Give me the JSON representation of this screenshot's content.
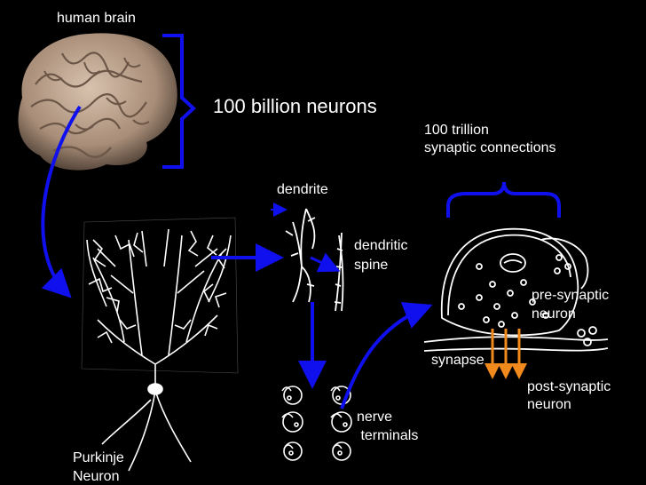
{
  "labels": {
    "human_brain": "human brain",
    "neuron_count": "100 billion neurons",
    "synaptic_count_line1": "100 trillion",
    "synaptic_count_line2": "synaptic connections",
    "dendrite": "dendrite",
    "dendritic_spine_line1": "dendritic",
    "dendritic_spine_line2": "spine",
    "pre_synaptic_line1": "pre-synaptic",
    "pre_synaptic_line2": "neuron",
    "synapse": "synapse",
    "post_synaptic_line1": "post-synaptic",
    "post_synaptic_line2": "neuron",
    "nerve_terminals_line1": "nerve",
    "nerve_terminals_line2": " terminals",
    "purkinje_line1": "Purkinje",
    "purkinje_line2": "Neuron"
  },
  "colors": {
    "background": "#000000",
    "arrow": "#1010ee",
    "brace": "#1010ee",
    "synapse_arrows": "#f08a1c",
    "brain": "#b9a08c",
    "drawing": "#ffffff"
  }
}
